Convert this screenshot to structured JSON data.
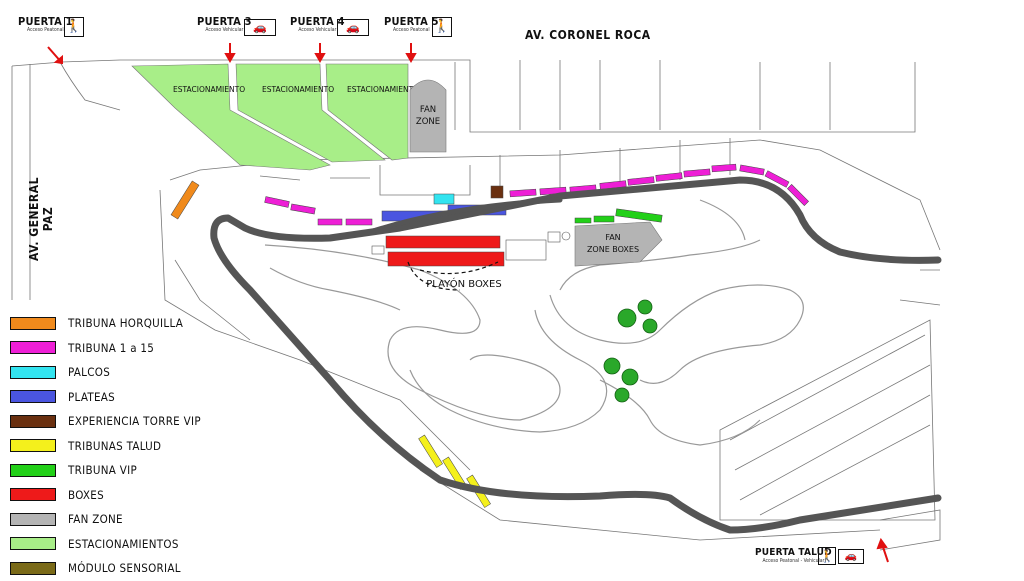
{
  "gates": {
    "puerta1": {
      "name": "PUERTA 1",
      "sub": "Acceso Peatonal",
      "icon": "pedestrian-icon"
    },
    "puerta3": {
      "name": "PUERTA 3",
      "sub": "Acceso Vehicular",
      "icon": "car-icon"
    },
    "puerta4": {
      "name": "PUERTA 4",
      "sub": "Acceso Vehicular",
      "icon": "car-icon"
    },
    "puerta5": {
      "name": "PUERTA 5",
      "sub": "Acceso Peatonal",
      "icon": "pedestrian-icon"
    },
    "talud": {
      "name": "PUERTA TALUD",
      "sub": "Acceso Peatonal - Vehicular",
      "icons": [
        "pedestrian-icon",
        "car-icon"
      ]
    }
  },
  "streets": {
    "coronel_roca": "AV. CORONEL ROCA",
    "general_paz": "AV. GENERAL PAZ"
  },
  "areas": {
    "parking_1": "ESTACIONAMIENTO",
    "parking_2": "ESTACIONAMIENTO",
    "parking_3": "ESTACIONAMIENTO",
    "fan_zone": "FAN ZONE",
    "fan_zone_boxes": "FAN ZONE BOXES",
    "playon_boxes": "PLAYÓN BOXES"
  },
  "legend": [
    {
      "label": "TRIBUNA HORQUILLA",
      "color": "#f08a1c"
    },
    {
      "label": "TRIBUNA 1 a 15",
      "color": "#ee1fd6"
    },
    {
      "label": "PALCOS",
      "color": "#33e4f0"
    },
    {
      "label": "PLATEAS",
      "color": "#4a55e0"
    },
    {
      "label": "EXPERIENCIA TORRE VIP",
      "color": "#6a3010"
    },
    {
      "label": "TRIBUNAS TALUD",
      "color": "#f4f01c"
    },
    {
      "label": "TRIBUNA VIP",
      "color": "#22d018"
    },
    {
      "label": "BOXES",
      "color": "#ee1a1a"
    },
    {
      "label": "FAN ZONE",
      "color": "#b4b4b4"
    },
    {
      "label": "ESTACIONAMIENTOS",
      "color": "#a8ee88"
    },
    {
      "label": "MÓDULO SENSORIAL",
      "color": "#7a6a18"
    }
  ]
}
